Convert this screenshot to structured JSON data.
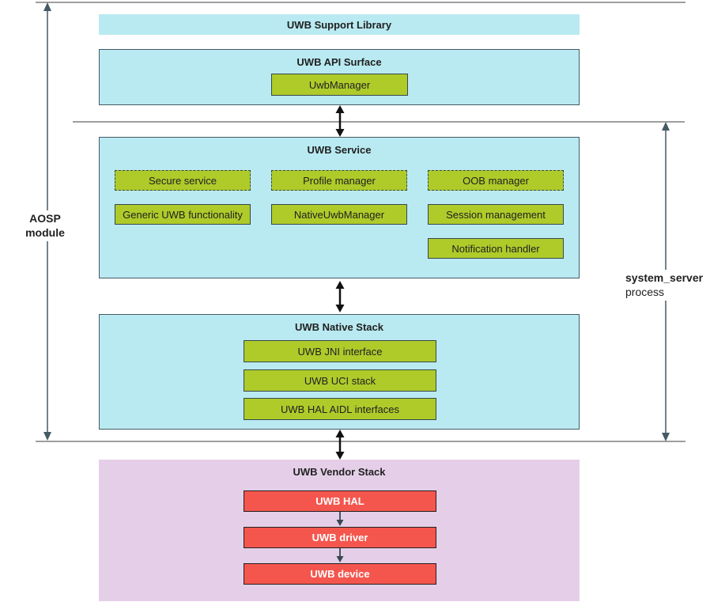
{
  "diagram": {
    "left_label": "AOSP module",
    "right_label_line1": "system_server",
    "right_label_line2": "process",
    "support_library": {
      "title": "UWB Support Library"
    },
    "api_surface": {
      "title": "UWB API Surface",
      "manager": "UwbManager"
    },
    "service": {
      "title": "UWB Service",
      "dashed": [
        "Secure service",
        "Profile manager",
        "OOB manager"
      ],
      "solid": [
        "Generic UWB functionality",
        "NativeUwbManager",
        "Session management",
        "Notification handler"
      ]
    },
    "native_stack": {
      "title": "UWB Native Stack",
      "layers": [
        "UWB JNI interface",
        "UWB UCI stack",
        "UWB HAL AIDL interfaces"
      ]
    },
    "vendor_stack": {
      "title": "UWB Vendor Stack",
      "layers": [
        "UWB HAL",
        "UWB driver",
        "UWB device"
      ]
    }
  },
  "colors": {
    "container_fill": "#b9eaf1",
    "container_border": "#455a64",
    "module_fill": "#aecb2a",
    "module_border": "#37474f",
    "vendor_fill": "#e5cfe8",
    "vendor_module_fill": "#f4564e",
    "vendor_module_text": "#ffffff",
    "separator_line": "#9e9e9e",
    "arrow": "#111111",
    "text": "#212121"
  }
}
